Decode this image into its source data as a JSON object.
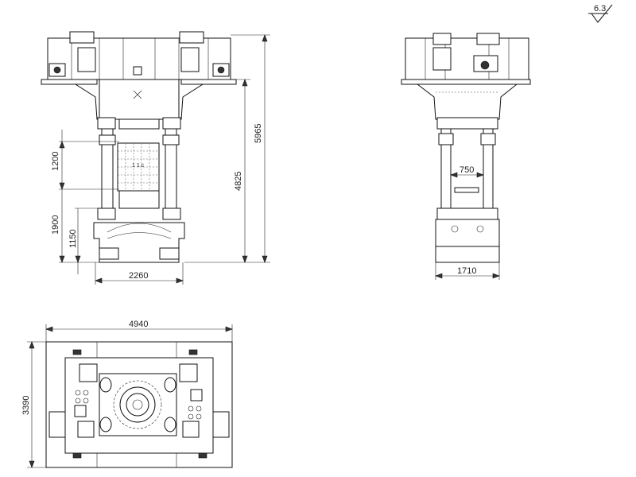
{
  "symbol": {
    "roughness_value": "6.3"
  },
  "front_view": {
    "dim_overall_height": "5965",
    "dim_table_height": "4825",
    "dim_daylight": "1200",
    "dim_lower": "1900",
    "dim_stroke": "1150",
    "dim_width": "2260",
    "guard_label": "1 1 c"
  },
  "side_view": {
    "dim_inner": "750",
    "dim_width": "1710"
  },
  "plan_view": {
    "dim_width": "4940",
    "dim_depth": "3390"
  }
}
